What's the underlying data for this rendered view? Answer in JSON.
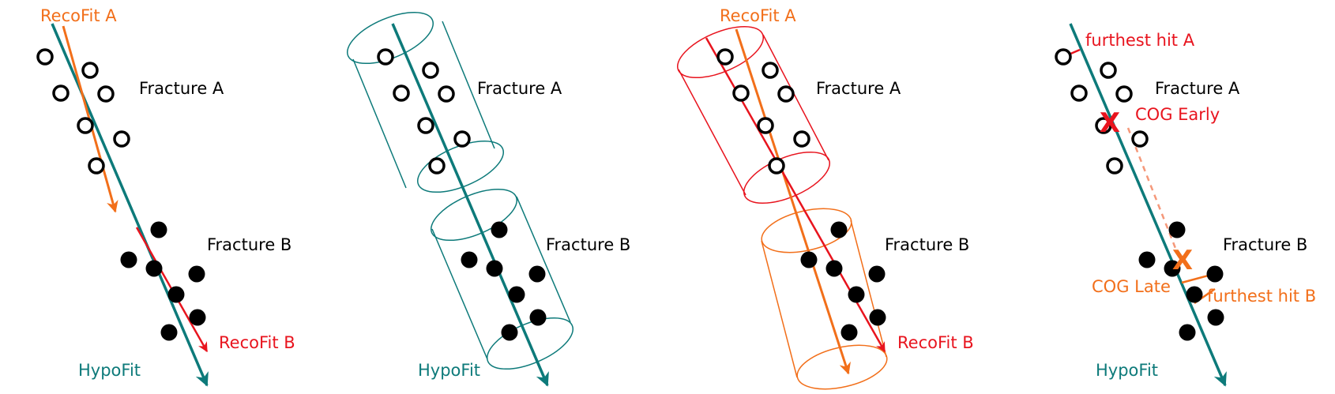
{
  "colors": {
    "hypo": "#0d7a7a",
    "reco_a": "#f26f1a",
    "reco_b": "#e8141e",
    "text": "#000000"
  },
  "panel1": {
    "reco_a": "RecoFit A",
    "fracture_a": "Fracture A",
    "fracture_b": "Fracture B",
    "reco_b": "RecoFit B",
    "hypo": "HypoFit"
  },
  "panel2": {
    "fracture_a": "Fracture A",
    "fracture_b": "Fracture B",
    "hypo": "HypoFit"
  },
  "panel3": {
    "reco_a": "RecoFit A",
    "fracture_a": "Fracture A",
    "fracture_b": "Fracture B",
    "reco_b": "RecoFit B"
  },
  "panel4": {
    "furthest_a": "furthest hit A",
    "fracture_a": "Fracture A",
    "cog_early": "COG Early",
    "fracture_b": "Fracture B",
    "cog_late": "COG Late",
    "furthest_b": "furthest hit B",
    "hypo": "HypoFit",
    "cross_glyph": "X"
  }
}
